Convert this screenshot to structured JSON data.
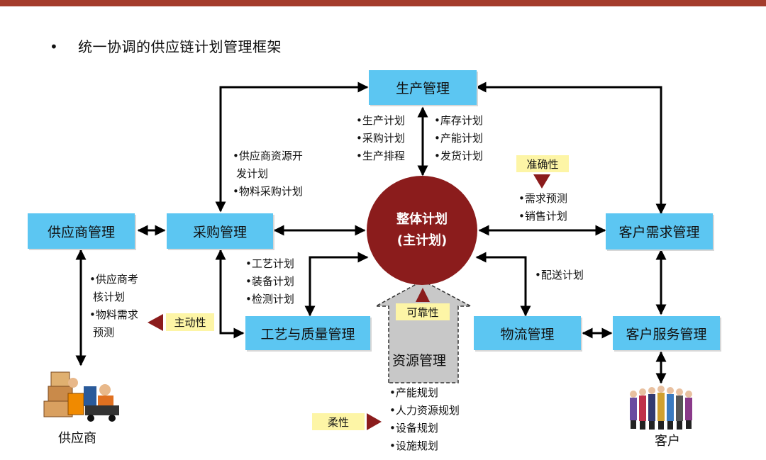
{
  "title": "统一协调的供应链计划管理框架",
  "bullet": "•",
  "center": {
    "line1": "整体计划",
    "line2": "(主计划)"
  },
  "boxes": {
    "production": "生产管理",
    "supplier_mgmt": "供应商管理",
    "purchasing": "采购管理",
    "customer_demand": "客户需求管理",
    "process_quality": "工艺与质量管理",
    "logistics": "物流管理",
    "customer_service": "客户服务管理",
    "resource": "资源管理"
  },
  "notes": {
    "prod_left": [
      "生产计划",
      "采购计划",
      "生产排程"
    ],
    "prod_right": [
      "库存计划",
      "产能计划",
      "发货计划"
    ],
    "supplier_dev": [
      "供应商资源开",
      "发计划",
      "物料采购计划"
    ],
    "demand": [
      "需求预测",
      "销售计划"
    ],
    "process": [
      "工艺计划",
      "装备计划",
      "检测计划"
    ],
    "delivery": [
      "配送计划"
    ],
    "supplier_eval": [
      "供应商考",
      "核计划",
      "物料需求",
      "预测"
    ],
    "resource_plans": [
      "产能规划",
      "人力资源规划",
      "设备规划",
      "设施规划"
    ]
  },
  "tags": {
    "accuracy": "准确性",
    "initiative": "主动性",
    "reliability": "可靠性",
    "flexibility": "柔性"
  },
  "captions": {
    "supplier": "供应商",
    "customer": "客户"
  },
  "icons": {
    "supplier": "warehouse-workers-icon",
    "customer": "people-group-icon"
  },
  "colors": {
    "box": "#5cc6f2",
    "circle": "#8b1c1c",
    "tag": "#fdf5a6",
    "arrow_head": "#8b1c1c",
    "topbar": "#a43c2c"
  }
}
